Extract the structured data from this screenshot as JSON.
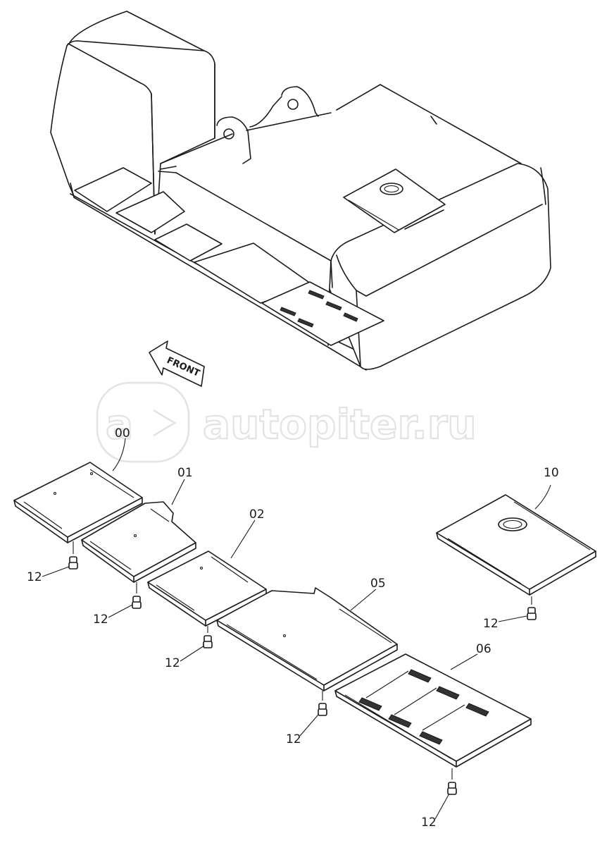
{
  "watermark": {
    "text": "autopiter.ru"
  },
  "front_arrow": {
    "label": "FRONT"
  },
  "callouts": {
    "c00": "00",
    "c01": "01",
    "c02": "02",
    "c05": "05",
    "c06": "06",
    "c10": "10",
    "c12a": "12",
    "c12b": "12",
    "c12c": "12",
    "c12d": "12",
    "c12e": "12",
    "c12f": "12"
  },
  "colors": {
    "line": "#1a1a1a",
    "watermark": "#e3e3e3",
    "background": "#ffffff"
  }
}
